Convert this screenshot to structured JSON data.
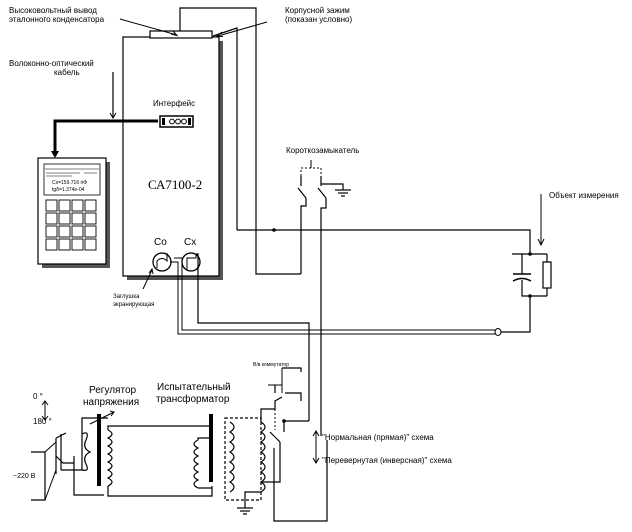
{
  "labels": {
    "hv_output": "Высоковольтный вывод",
    "hv_output_2": "эталонного конденсатора",
    "case_clamp": "Корпусной зажим",
    "case_clamp_2": "(показан условно)",
    "fiber_cable": "Волоконно-оптический",
    "fiber_cable_2": "кабель",
    "interface": "Интерфейс",
    "device_name": "СА7100-2",
    "short_circuiter": "Короткозамыкатель",
    "object": "Объект измерения",
    "co": "Co",
    "cx": "Cx",
    "plug": "Заглушка",
    "plug_2": "экранирующая",
    "commutator": "В/в коммутатор",
    "angle_0": "0 °",
    "angle_180": "180 °",
    "regulator": "Регулятор",
    "regulator_2": "напряжения",
    "test_transformer": "Испытательный",
    "test_transformer_2": "трансформатор",
    "mains": "~220 В",
    "normal_scheme": "\"Нормальная (прямая)\" схема",
    "inverted_scheme": "\"Перевернутая (инверсная)\" схема"
  },
  "terminal": {
    "line1": "Cx=159.716 пФ",
    "line2": "tgδ=1.374e-04"
  }
}
